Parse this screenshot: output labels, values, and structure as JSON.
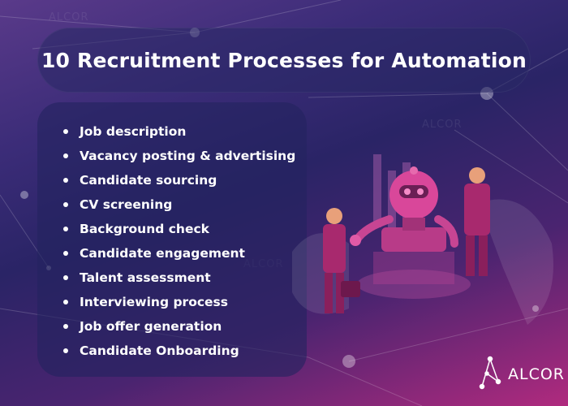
{
  "title": "10 Recruitment Processes for Automation",
  "processes": [
    "Job description",
    "Vacancy posting & advertising",
    "Candidate sourcing",
    "CV screening",
    "Background check",
    "Candidate engagement",
    "Talent assessment",
    "Interviewing process",
    "Job offer generation",
    "Candidate Onboarding"
  ],
  "brand": {
    "name": "ALCOR",
    "watermark": "ALCOR",
    "colors": {
      "text": "#ffffff",
      "accent_magenta": "#c4307f",
      "panel": "#232360",
      "figure_suit": "#a8296e",
      "robot": "#d9479a"
    }
  },
  "illustration": {
    "icons": [
      "robot-icon",
      "businessman-icon",
      "briefcase-icon",
      "bar-chart-icon"
    ]
  }
}
